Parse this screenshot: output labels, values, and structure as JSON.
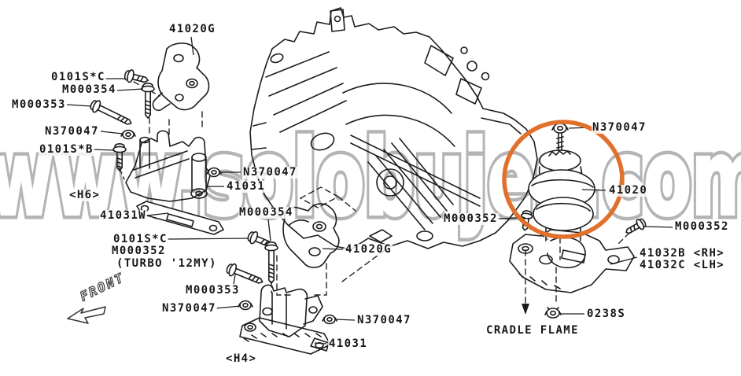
{
  "diagram": {
    "type": "engine-mounting-parts-diagram",
    "watermark": "www.solobujes.com",
    "highlight_color": "#e0702c",
    "line_color": "#1c1c1c",
    "watermark_color": "#a2a2a2",
    "labels": [
      {
        "id": "41020g-upper",
        "text": "41020G"
      },
      {
        "id": "0101sc-upper",
        "text": "0101S*C"
      },
      {
        "id": "m000354-upper",
        "text": "M000354"
      },
      {
        "id": "m000353-upper",
        "text": "M000353"
      },
      {
        "id": "n370047-upper",
        "text": "N370047"
      },
      {
        "id": "0101sb",
        "text": "0101S*B"
      },
      {
        "id": "n370047-mid",
        "text": "N370047"
      },
      {
        "id": "41031-mid",
        "text": "41031"
      },
      {
        "id": "h6-variant",
        "text": "<H6>"
      },
      {
        "id": "41031w",
        "text": "41031W"
      },
      {
        "id": "0101sc-lower",
        "text": "0101S*C"
      },
      {
        "id": "m000352-turbo",
        "text": "M000352"
      },
      {
        "id": "turbo-note",
        "text": "(TURBO '12MY)"
      },
      {
        "id": "m000354-center",
        "text": "M000354"
      },
      {
        "id": "41020g-center",
        "text": "41020G"
      },
      {
        "id": "m000353-lower",
        "text": "M000353"
      },
      {
        "id": "n370047-h4-left",
        "text": "N370047"
      },
      {
        "id": "n370047-h4-right",
        "text": "N370047"
      },
      {
        "id": "41031-h4",
        "text": "41031"
      },
      {
        "id": "h4-variant",
        "text": "<H4>"
      },
      {
        "id": "n370047-right",
        "text": "N370047"
      },
      {
        "id": "41020",
        "text": "41020"
      },
      {
        "id": "m000352-left",
        "text": "M000352"
      },
      {
        "id": "m000352-right",
        "text": "M000352"
      },
      {
        "id": "41032b-rh",
        "text": "41032B <RH>"
      },
      {
        "id": "41032c-lh",
        "text": "41032C <LH>"
      },
      {
        "id": "0238s",
        "text": "0238S"
      },
      {
        "id": "cradle-flame",
        "text": "CRADLE FLAME"
      },
      {
        "id": "front",
        "text": "FRONT"
      }
    ]
  }
}
